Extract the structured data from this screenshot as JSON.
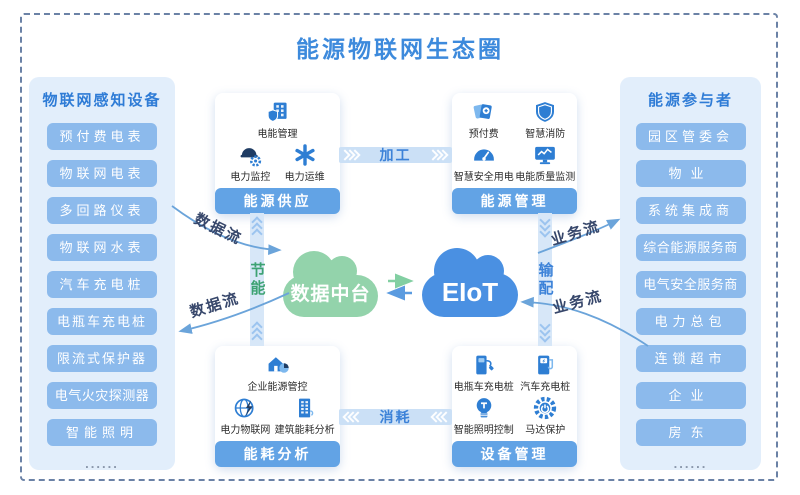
{
  "title": "能源物联网生态圈",
  "left_panel": {
    "title": "物联网感知设备",
    "items": [
      "预付费电表",
      "物联网电表",
      "多回路仪表",
      "物联网水表",
      "汽车充电桩",
      "电瓶车充电桩",
      "限流式保护器",
      "电气火灾探测器",
      "智能照明"
    ],
    "more": "......"
  },
  "right_panel": {
    "title": "能源参与者",
    "items": [
      "园区管委会",
      "物业",
      "系统集成商",
      "综合能源服务商",
      "电气安全服务商",
      "电力总包",
      "连锁超市",
      "企业",
      "房东"
    ],
    "more": "......"
  },
  "boxes": {
    "supply": {
      "footer": "能源供应",
      "items": [
        {
          "label": "电能管理",
          "icon": "building-shield-icon"
        },
        {
          "label": "电力监控",
          "icon": "helmet-gear-icon"
        },
        {
          "label": "电力运维",
          "icon": "asterisk-icon"
        }
      ]
    },
    "management": {
      "footer": "能源管理",
      "items": [
        {
          "label": "预付费",
          "icon": "prepaid-cards-icon"
        },
        {
          "label": "智慧消防",
          "icon": "shield-icon"
        },
        {
          "label": "智慧安全用电",
          "icon": "gauge-icon"
        },
        {
          "label": "电能质量监测",
          "icon": "monitor-chart-icon"
        }
      ]
    },
    "analysis": {
      "footer": "能耗分析",
      "items": [
        {
          "label": "企业能源管控",
          "icon": "house-pie-icon"
        },
        {
          "label": "电力物联网",
          "icon": "globe-bolt-icon"
        },
        {
          "label": "建筑能耗分析",
          "icon": "building-plug-icon"
        }
      ]
    },
    "devices": {
      "footer": "设备管理",
      "items": [
        {
          "label": "电瓶车充电桩",
          "icon": "ebike-charger-icon"
        },
        {
          "label": "汽车充电桩",
          "icon": "car-charger-icon"
        },
        {
          "label": "智能照明控制",
          "icon": "bulb-icon"
        },
        {
          "label": "马达保护",
          "icon": "motor-icon"
        }
      ]
    }
  },
  "clouds": {
    "data_platform": "数据中台",
    "eiot": "EIoT"
  },
  "flows": {
    "process": "加工",
    "consume": "消耗",
    "saving": "节能",
    "transmission": "输配",
    "data_flow_top": "数据流",
    "data_flow_bottom": "数据流",
    "business_flow_top": "业务流",
    "business_flow_bottom": "业务流"
  },
  "colors": {
    "accent_blue": "#3d8adc",
    "item_blue": "#8cbaec",
    "panel_bg": "#e2eefb",
    "footer_blue": "#62a3e5",
    "cloud_green": "#93d3ab",
    "cloud_blue": "#4a90e2",
    "saving_green": "#3da273",
    "flow_label_dark": "#37476b",
    "arrow_blue": "#6ba4da"
  }
}
